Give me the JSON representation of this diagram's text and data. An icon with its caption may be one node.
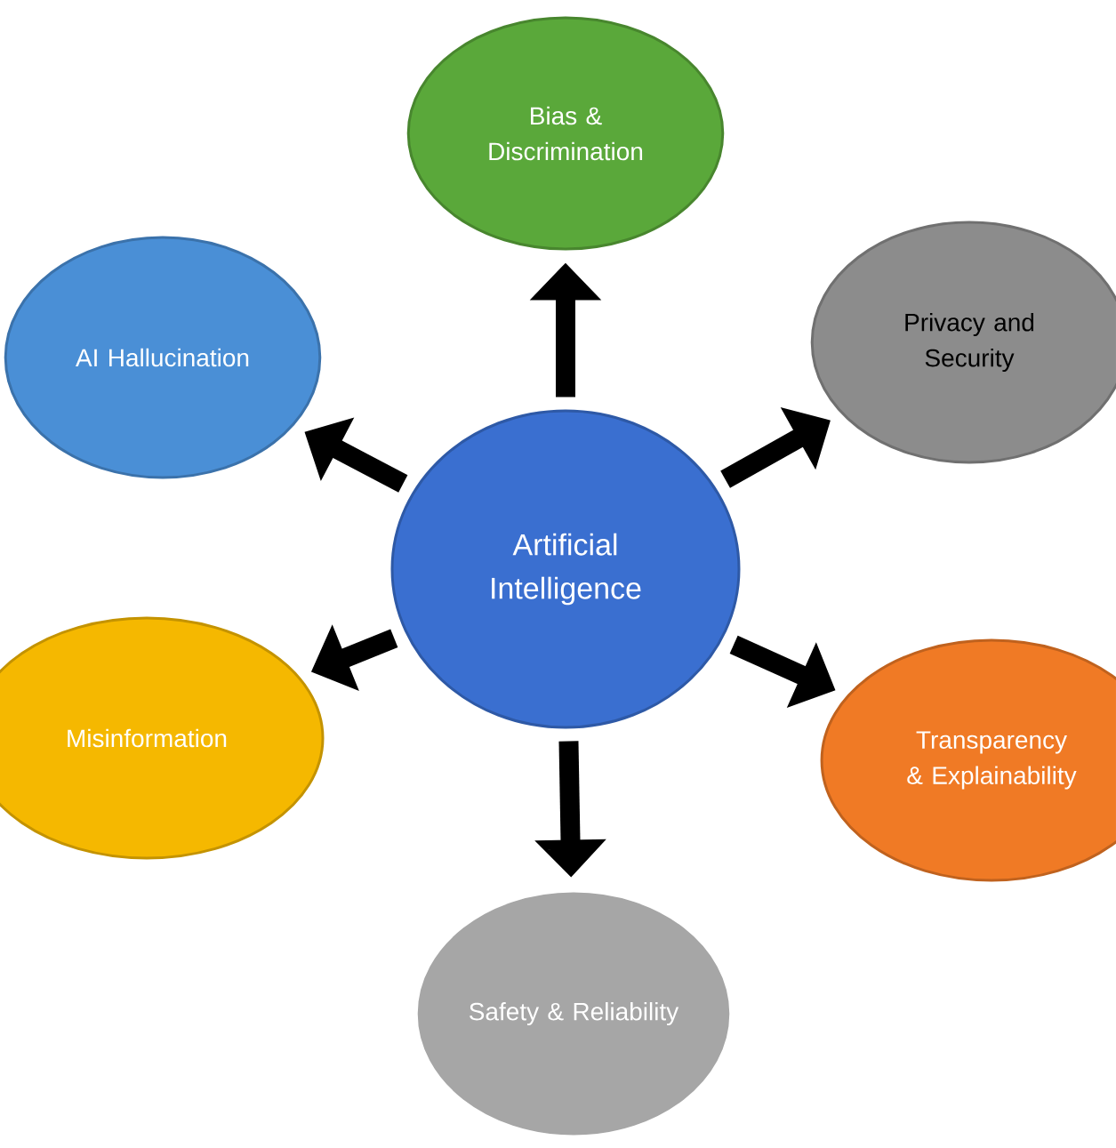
{
  "diagram": {
    "nodes": [
      {
        "text": [
          "Artificial Intelligence"
        ]
      },
      {
        "text": [
          "Bias & Discrimination"
        ]
      },
      {
        "text": [
          "AI Hallucination"
        ]
      },
      {
        "text": [
          "Privacy and Security"
        ]
      },
      {
        "text": [
          "Misinformation"
        ]
      },
      {
        "text": [
          "Transparency & Explainability"
        ]
      },
      {
        "text": [
          "Safety & Reliability"
        ]
      }
    ],
    "edges": [
      {
        "from": 0,
        "to": 1,
        "arrow": "to"
      },
      {
        "from": 0,
        "to": 2,
        "arrow": "to"
      },
      {
        "from": 0,
        "to": 3,
        "arrow": "to"
      },
      {
        "from": 0,
        "to": 4,
        "arrow": "to"
      },
      {
        "from": 0,
        "to": 5,
        "arrow": "to"
      },
      {
        "from": 0,
        "to": 6,
        "arrow": "to"
      }
    ]
  }
}
